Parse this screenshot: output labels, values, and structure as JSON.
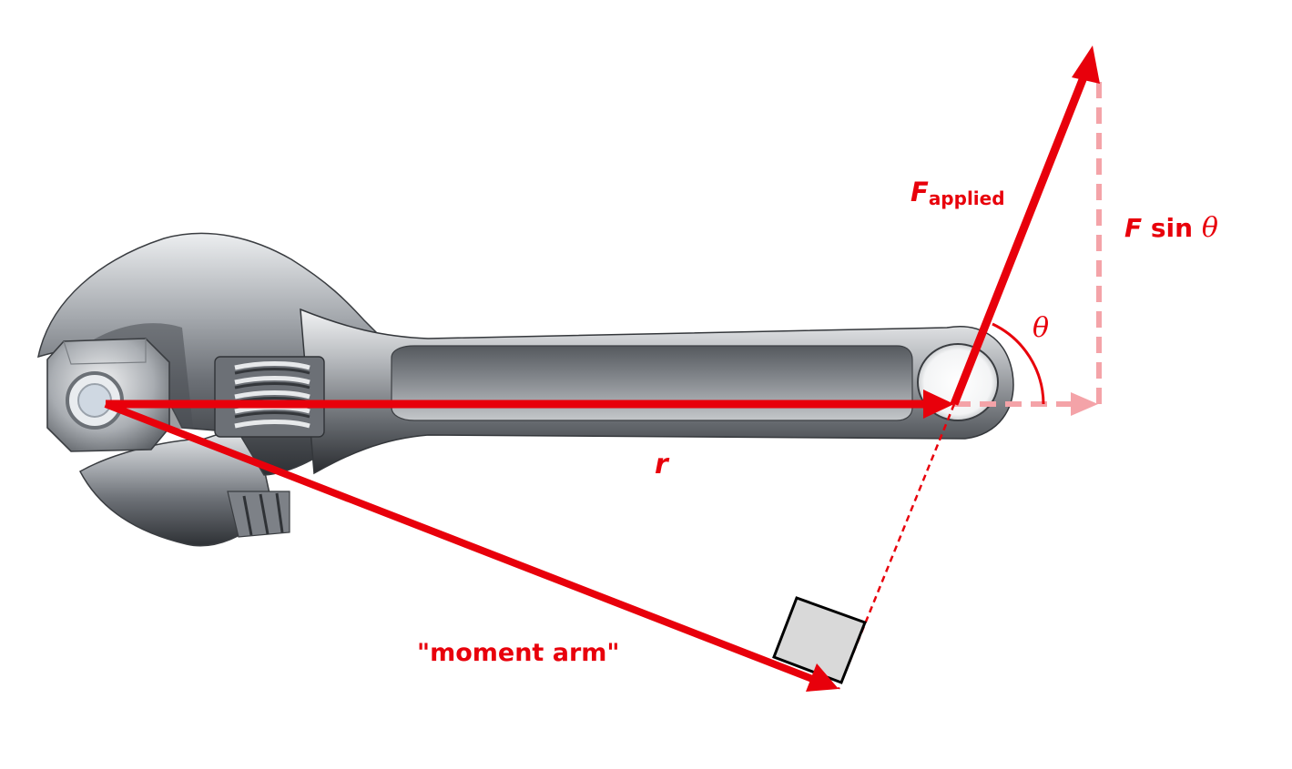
{
  "labels": {
    "r": "r",
    "moment_arm": "\"moment arm\"",
    "f_applied_main": "F",
    "f_applied_sub": "applied",
    "f_sin_f": "F",
    "f_sin_word": " sin ",
    "f_sin_theta": "θ",
    "theta": "θ"
  },
  "colors": {
    "vector": "#e8000b",
    "component": "#f4a3a8",
    "right_angle_fill": "#d9d9d9",
    "steel_light": "#d5d7da",
    "steel_dark": "#55585d"
  }
}
